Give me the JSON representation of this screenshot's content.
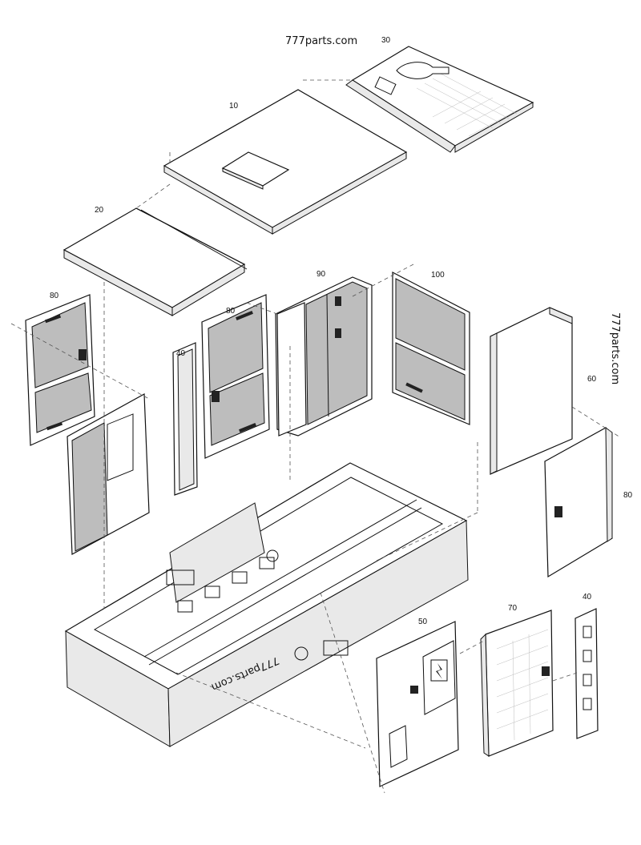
{
  "watermarks": [
    "777parts.com",
    "777parts.com",
    "777parts.com"
  ],
  "callouts": [
    "30",
    "10",
    "20",
    "90",
    "100",
    "80",
    "80",
    "40",
    "60",
    "80",
    "40",
    "70",
    "50"
  ]
}
